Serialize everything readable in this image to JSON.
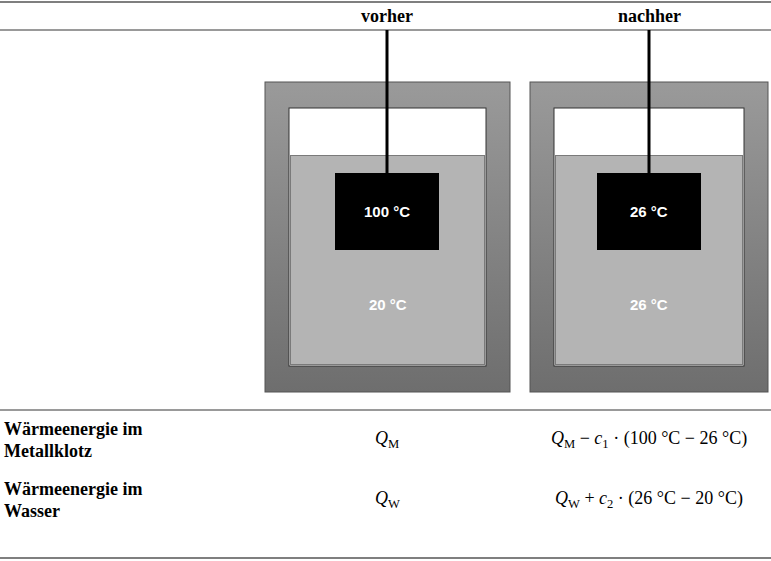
{
  "diagram": {
    "nodes": [
      {
        "text": [
          "20 °C"
        ]
      },
      {
        "text": [
          "100 °C"
        ],
        "in": 0
      },
      {
        "text": [
          "26 °C"
        ]
      },
      {
        "text": [
          "26 °C"
        ],
        "in": 2
      }
    ],
    "labels": [
      "vorher",
      "nachher",
      "Wärmeenergie im Metallklotz",
      "QM",
      "QM − c1 · (100 °C − 26 °C)",
      "Wärmeenergie im Wasser",
      "QW",
      "QW + c2 · (26 °C − 20 °C)"
    ]
  }
}
